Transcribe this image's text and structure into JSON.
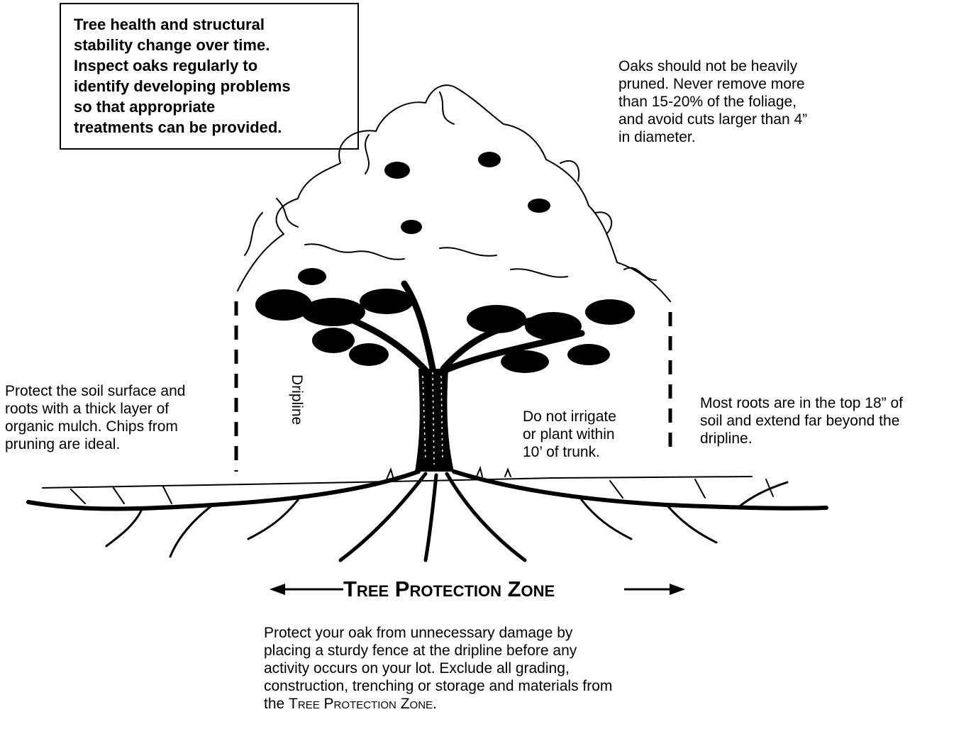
{
  "callout": {
    "lines": [
      "Tree health and structural",
      "stability change over time.",
      "Inspect oaks regularly to",
      "identify developing problems",
      "so that appropriate",
      "treatments can be provided."
    ]
  },
  "pruning_note": {
    "lines": [
      "Oaks should not be heavily",
      "pruned. Never remove more",
      "than 15-20% of the foliage,",
      "and avoid cuts larger than 4”",
      "in diameter."
    ]
  },
  "mulch_note": {
    "lines": [
      "Protect the soil surface and",
      "roots with a thick layer of",
      "organic mulch. Chips from",
      "pruning are ideal."
    ]
  },
  "dripline_label": "Dripline",
  "irrigation_note": {
    "lines": [
      "Do not irrigate",
      "or plant within",
      "10’ of trunk."
    ]
  },
  "roots_note": {
    "lines": [
      "Most roots are in the top 18” of",
      "soil and extend far beyond the",
      "dripline."
    ]
  },
  "zone_title": "Tree Protection Zone",
  "fence_note": {
    "line1": "Protect your oak from unnecessary damage by",
    "line2": "placing a sturdy fence at the dripline before any",
    "line3": "activity occurs on your lot. Exclude all grading,",
    "line4": "construction, trenching or storage and materials from",
    "line5_prefix": "the ",
    "line5_zone": "Tree Protection Zone",
    "line5_suffix": "."
  },
  "colors": {
    "ink": "#000000",
    "background": "#ffffff"
  }
}
